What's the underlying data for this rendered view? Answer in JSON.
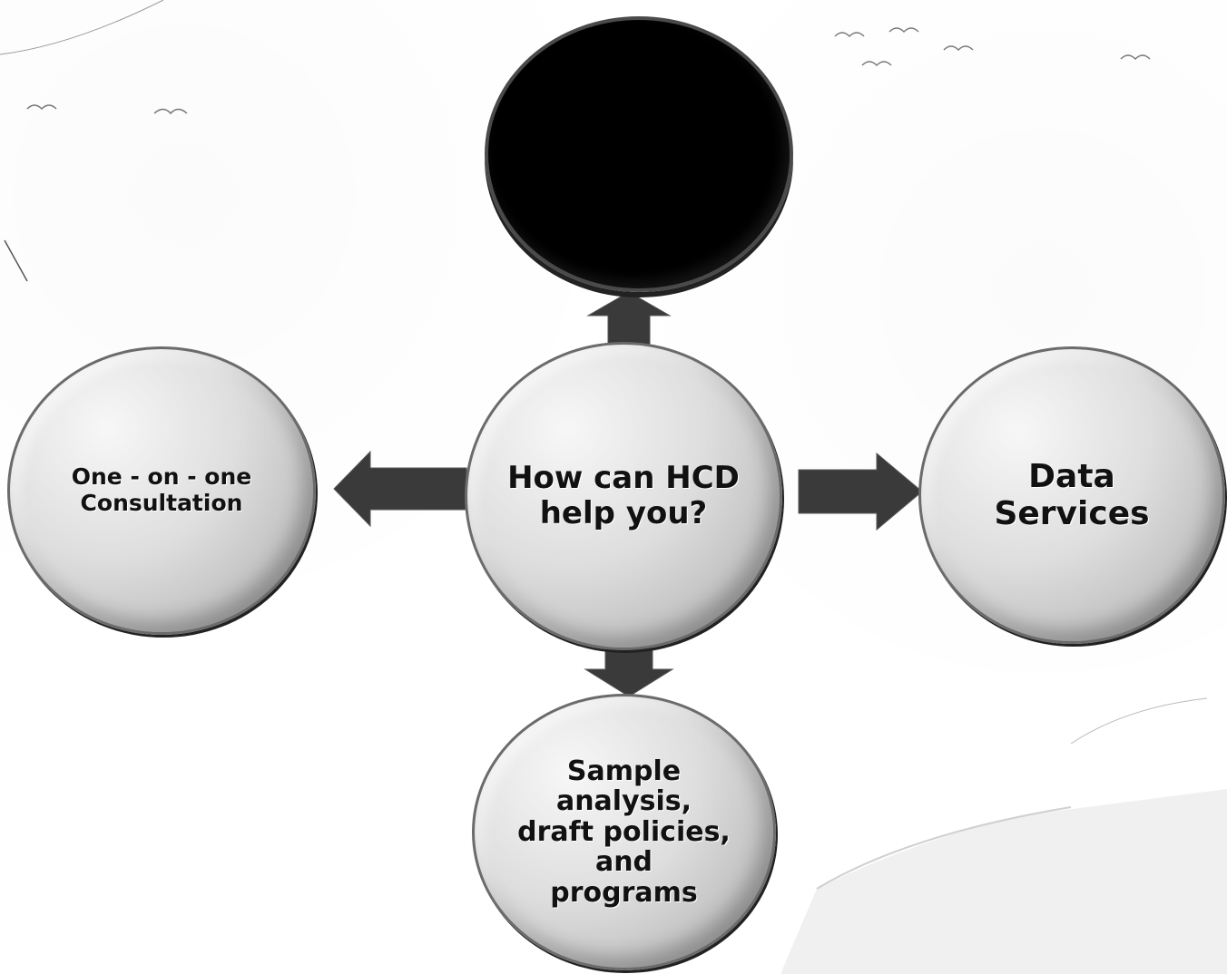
{
  "diagram": {
    "center": {
      "label": "How can HCD\nhelp you?"
    },
    "nodes": {
      "top": {
        "label": ""
      },
      "left": {
        "label": "One - on - one\nConsultation"
      },
      "right": {
        "label": "Data\nServices"
      },
      "bottom": {
        "label": "Sample\nanalysis,\ndraft policies,\nand\nprograms"
      }
    }
  },
  "colors": {
    "arrow_fill": "#3a3a3a",
    "circle_fill": "#d9d9d9",
    "top_circle_fill": "#000000"
  }
}
